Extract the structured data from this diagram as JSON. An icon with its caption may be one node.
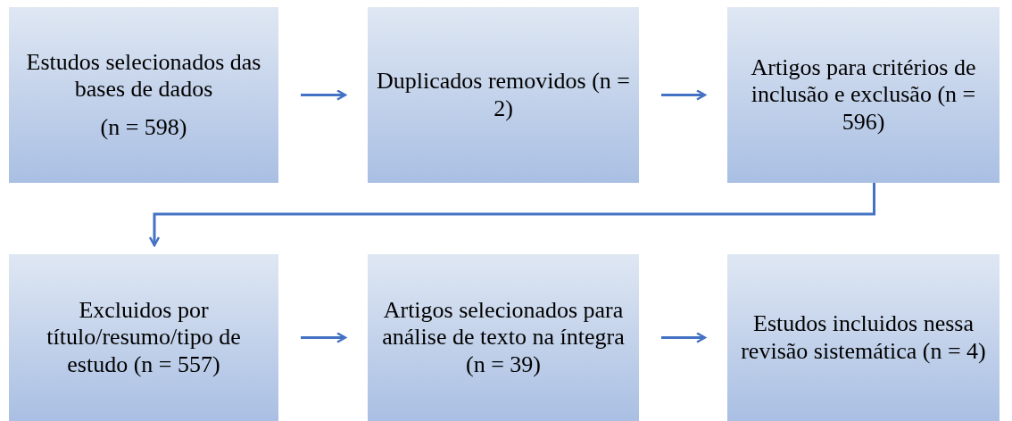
{
  "diagram": {
    "nodes": [
      {
        "text": [
          "Estudos selecionados das bases de dados",
          "(n = 598)"
        ]
      },
      {
        "text": [
          "Duplicados removidos (n = 2)"
        ]
      },
      {
        "text": [
          "Artigos para critérios de inclusão e exclusão (n = 596)"
        ]
      },
      {
        "text": [
          "Excluidos por título/resumo/tipo de estudo (n = 557)"
        ]
      },
      {
        "text": [
          "Artigos selecionados para análise de texto na íntegra (n = 39)"
        ]
      },
      {
        "text": [
          "Estudos incluidos nessa revisão sistemática (n = 4)"
        ]
      }
    ],
    "edges": [
      {
        "from": 0,
        "to": 1,
        "arrow": "to"
      },
      {
        "from": 1,
        "to": 2,
        "arrow": "to"
      },
      {
        "from": 2,
        "to": 3,
        "arrow": "to"
      },
      {
        "from": 3,
        "to": 4,
        "arrow": "to"
      },
      {
        "from": 4,
        "to": 5,
        "arrow": "to"
      }
    ]
  }
}
